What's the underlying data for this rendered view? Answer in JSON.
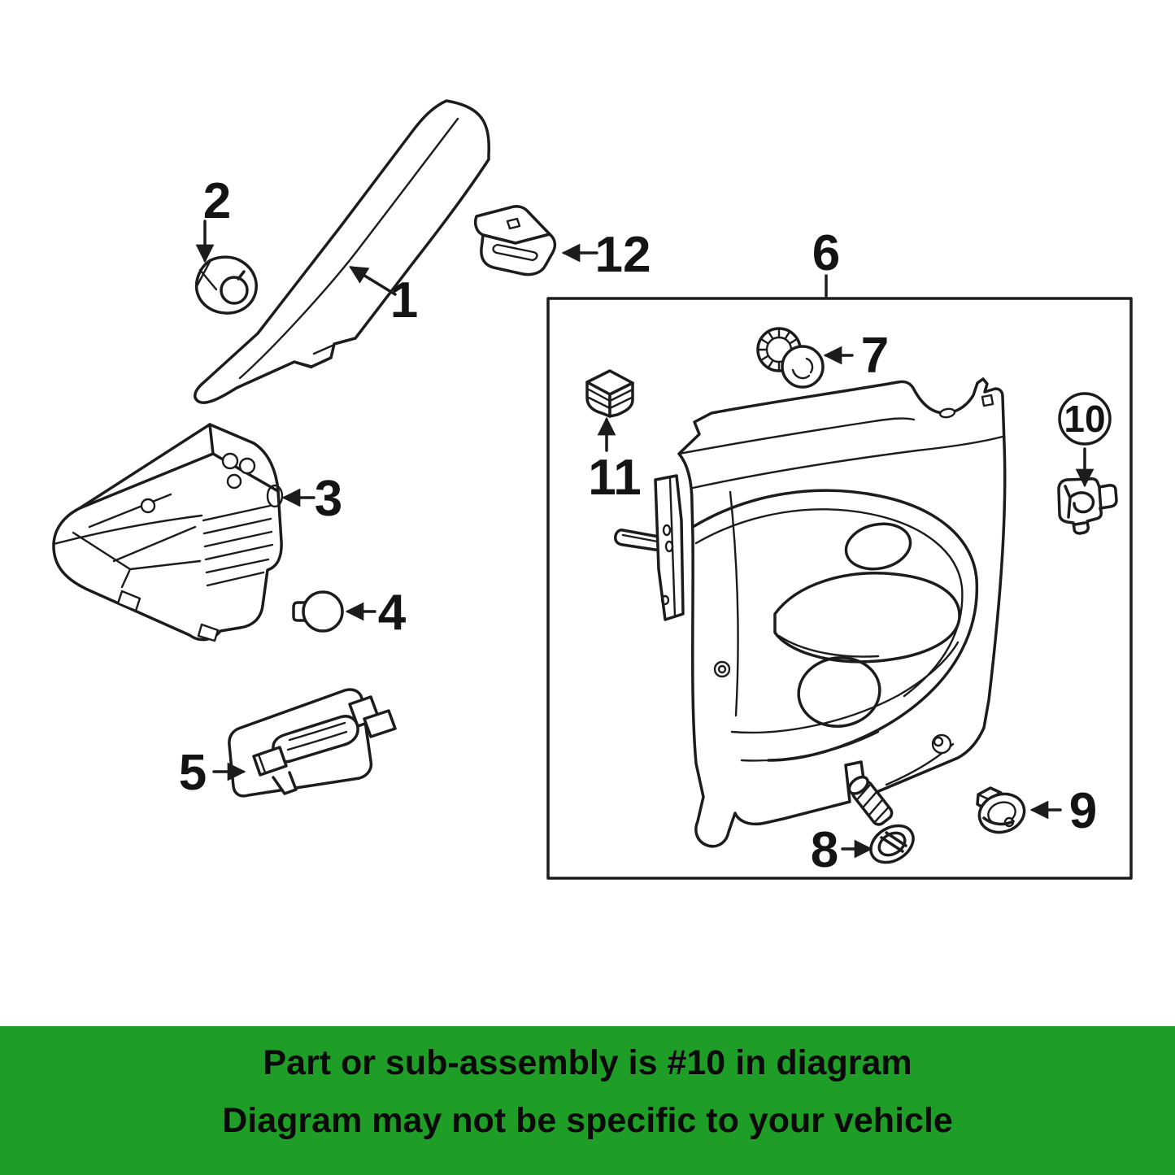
{
  "diagram": {
    "labels": {
      "p1": "1",
      "p2": "2",
      "p3": "3",
      "p4": "4",
      "p5": "5",
      "p6": "6",
      "p7": "7",
      "p8": "8",
      "p9": "9",
      "p10": "10",
      "p11": "11",
      "p12": "12"
    },
    "highlight": {
      "part_number": "10"
    },
    "colors": {
      "line": "#1c1c1c",
      "box_fill": "#f7f7f7",
      "box_border": "#111111",
      "highlight_ring": "#de1212",
      "highlight_fill": "#ea4a3d",
      "highlight_outline": "#7e150c",
      "label": "#141414"
    }
  },
  "banner": {
    "line1": "Part or sub-assembly is #10 in diagram",
    "line2": "Diagram may not be specific to your vehicle",
    "colors": {
      "background": "#1f9e27",
      "text": "#0a0a0a"
    }
  }
}
